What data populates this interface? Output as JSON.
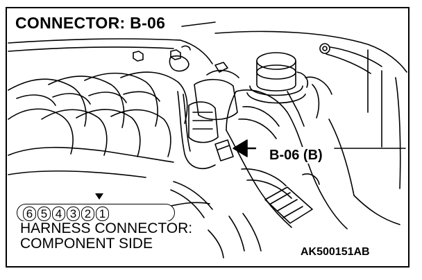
{
  "title": "CONNECTOR: B-06",
  "callout_label": "B-06 (B)",
  "caption": {
    "line1": "HARNESS CONNECTOR:",
    "line2": "COMPONENT SIDE"
  },
  "image_code": "AK500151AB",
  "pins": [
    "6",
    "5",
    "4",
    "3",
    "2",
    "1"
  ],
  "colors": {
    "ink": "#000000",
    "paper": "#ffffff"
  }
}
